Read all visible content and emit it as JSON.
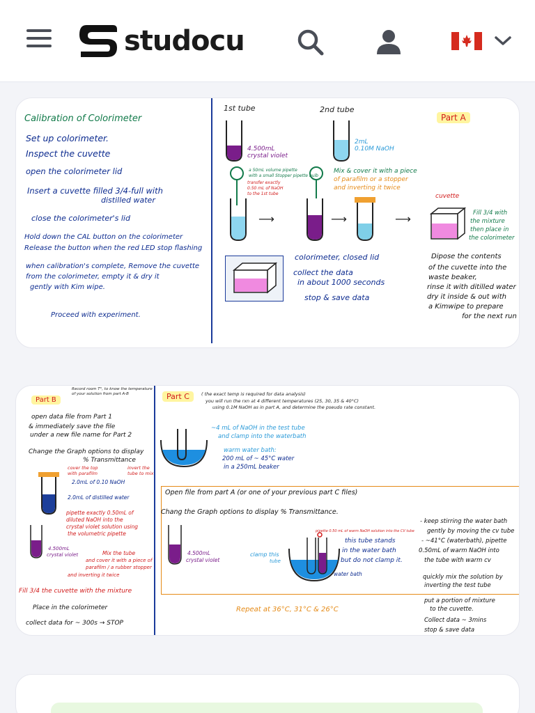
{
  "header": {
    "brand": "studocu",
    "icons": {
      "menu": "hamburger-icon",
      "search": "search-icon",
      "account": "user-icon",
      "country": "canada-flag-icon",
      "dropdown": "chevron-down-icon"
    },
    "colors": {
      "background": "#ffffff",
      "icon": "#4a4e57",
      "flag_red": "#d52b1e"
    }
  },
  "page1": {
    "left": {
      "title": "Calibration of Colorimeter",
      "steps": [
        "Set up colorimeter.",
        "Inspect the cuvette",
        "open the colorimeter lid",
        "Insert a cuvette filled 3/4-full with",
        "distilled water",
        "close the colorimeter's lid",
        "Hold down the CAL button on the colorimeter",
        "Release the button when the red LED stop flashing",
        "when calibration's complete, Remove the cuvette",
        "from the colorimeter, empty it & dry it",
        "gently with Kim wipe.",
        "Proceed with experiment."
      ]
    },
    "right": {
      "tube1": "1st tube",
      "tube2": "2nd tube",
      "part_label": "Part A",
      "crystal_violet": [
        "4.500mL",
        "crystal violet"
      ],
      "naoh": [
        "2mL",
        "0.10M NaOH"
      ],
      "pipette_note": [
        "a 50mL volume pipette",
        "with a small Stopper pipette bulb",
        "transfer exactly",
        "0.50 mL of NaOH",
        "to the 1st tube"
      ],
      "mix_note": [
        "Mix & cover it with a piece",
        "of parafilm or a stopper",
        "and inverting it twice"
      ],
      "cuvette": "cuvette",
      "fill_note": [
        "Fill 3/4 with",
        "the mixture",
        "then place in",
        "the colorimeter"
      ],
      "colorimeter_notes": [
        "colorimeter, closed lid",
        "collect the data",
        "in about 1000 seconds",
        "stop & save data"
      ],
      "dispose_note": [
        "Dipose the contents",
        "of the cuvette into the",
        "waste beaker,",
        "rinse it with ditilled water",
        "dry it inside & out with",
        "a Kimwipe to prepare",
        "for the next run"
      ]
    }
  },
  "page2": {
    "left": {
      "part_label": "Part B",
      "record_note": [
        "Record room T°, to know the temperature",
        "of your solution from part A-B"
      ],
      "steps": [
        "open data file from Part 1",
        "& immediately save the file",
        "under a new file name for Part 2",
        "Change the Graph options to display",
        "% Transmittance"
      ],
      "cover_note": [
        "cover the top",
        "with parafilm"
      ],
      "invert_note": [
        "invert the",
        "tube to mix"
      ],
      "naoh_vol": "2.0mL of 0.10 NaOH",
      "water_vol": "2.0mL of distilled water",
      "pipette_note": [
        "pipette exactly 0.50mL of",
        "diluted NaOH into the",
        "crystal violet solution using",
        "the volumetric pipette"
      ],
      "cv_label": [
        "4.500mL",
        "crystal violet"
      ],
      "mix_note": [
        "Mix the tube",
        "and cover it with a piece of",
        "parafilm / a rubber stopper",
        "and inverting it twice"
      ],
      "fill": "Fill 3/4 the cuvette with the mixture",
      "place": "Place in the colorimeter",
      "collect": "collect data for ~ 300s → STOP"
    },
    "right": {
      "part_label": "Part C",
      "intro": [
        "( the exact temp is required for data analysis)",
        "you will run the rxn at 4 different temperatures (25, 30, 35 & 40°C)",
        "using 0.1M NaOH as in part A, and determine the pseudo rate constant."
      ],
      "naoh_note": [
        "~4 mL of NaOH in the test tube",
        "and clamp into the waterbath"
      ],
      "bath_note": [
        "warm water bath:",
        "200 mL of ~ 45°C water",
        "in a 250mL beaker"
      ],
      "open_file": "Open file from part A (or one of your previous part C files)",
      "change_graph": "Chang the Graph options to display % Transmittance.",
      "cv_label": [
        "4.500mL",
        "crystal violet"
      ],
      "clamp": [
        "clamp this",
        "tube"
      ],
      "pipette_tiny": "pipette 0.50 mL of warm NaOH solution into the CV tube",
      "stand_note": [
        "this tube stands",
        "in the water bath",
        "but do not clamp it."
      ],
      "water_bath": "water bath",
      "repeat": "Repeat at 36°C, 31°C & 26°C",
      "right_steps": [
        "- keep stirring the water bath",
        "gently by moving the cv tube",
        "- ~41°C (waterbath), pipette",
        "0.50mL of warm NaOH into",
        "the tube with warm cv",
        "quickly mix the solution by",
        "inverting the test tube",
        "put a portion of mixture",
        "to the cuvette.",
        "Collect data ~ 3mins",
        "stop & save data"
      ]
    }
  }
}
